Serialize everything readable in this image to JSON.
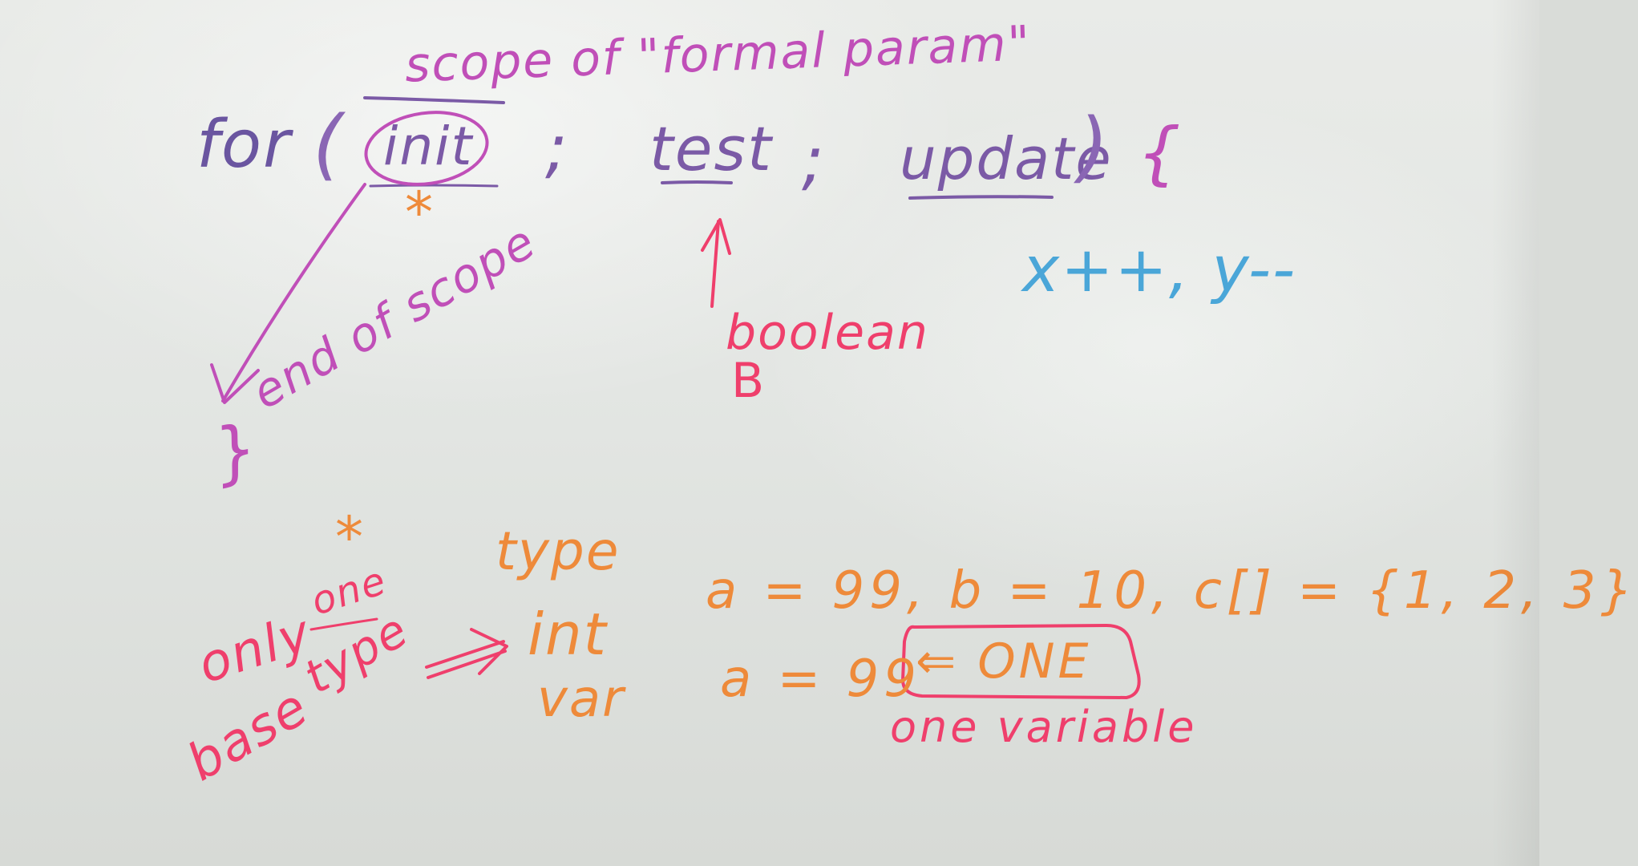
{
  "colors": {
    "purple": "#7b5aa6",
    "magenta": "#c04fb8",
    "orange": "#ee8a3a",
    "pink_red": "#ef3f6c",
    "blue": "#4aa6d8",
    "board": "#e5e7e4"
  },
  "top_note": "scope of \"formal param\"",
  "loop": {
    "keyword": "for",
    "open_paren": "(",
    "init": "init",
    "semicolon_1": ";",
    "test": "test",
    "semicolon_2": ";",
    "update": "update",
    "close_paren": ")",
    "open_brace": "{"
  },
  "update_example": "x++, y--",
  "test_note": {
    "word": "boolean",
    "letter": "B"
  },
  "scope_end": {
    "brace": "}",
    "text": "end of scope"
  },
  "star": "*",
  "declarations": {
    "type_heading": "type",
    "int_keyword": "int",
    "var_keyword": "var",
    "int_line": "a = 99, b = 10, c[] = {1, 2, 3}",
    "var_line": "a = 99",
    "one_box": "⇐ ONE",
    "one_variable": "one variable"
  },
  "base_type_note": {
    "only": "only",
    "one": "one",
    "base": "base",
    "type": "type",
    "arrow": "⟹"
  }
}
